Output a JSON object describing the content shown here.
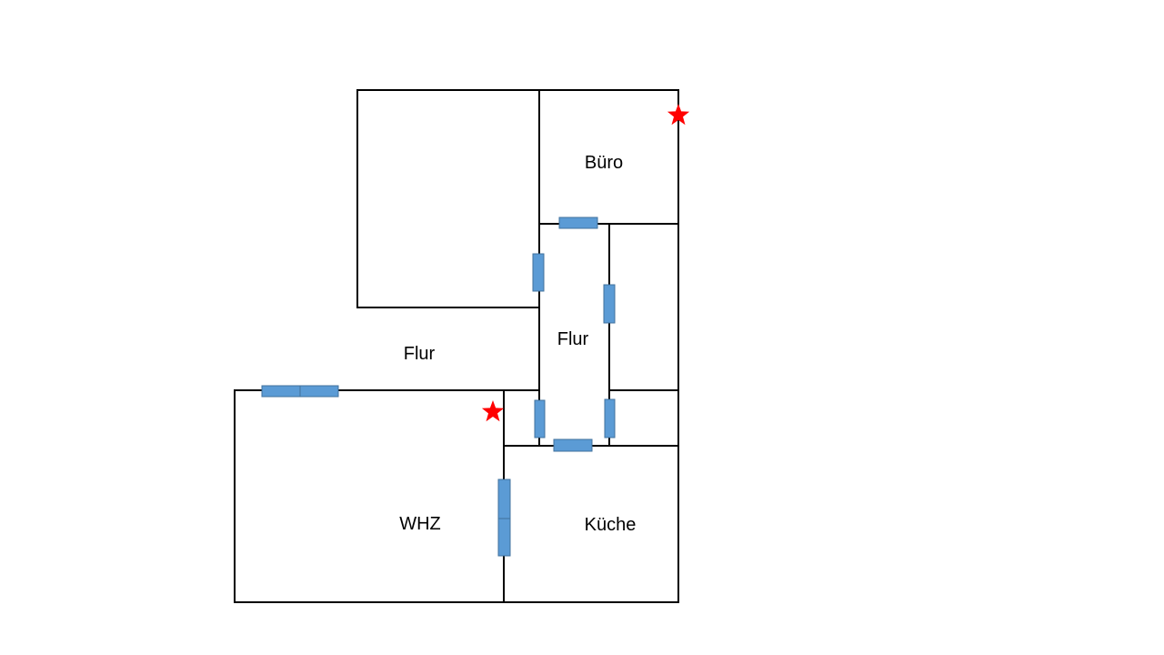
{
  "plan": {
    "rooms": {
      "buero": "Büro",
      "flur_upper": "Flur",
      "flur_main": "Flur",
      "whz": "WHZ",
      "kueche": "Küche"
    },
    "door_color": "#5b9bd5",
    "door_border_color": "#41719c",
    "wall_color": "#000000",
    "marker_color": "#ff0000",
    "marker_icon": "star-icon",
    "door_count": 10,
    "marker_count": 2
  }
}
